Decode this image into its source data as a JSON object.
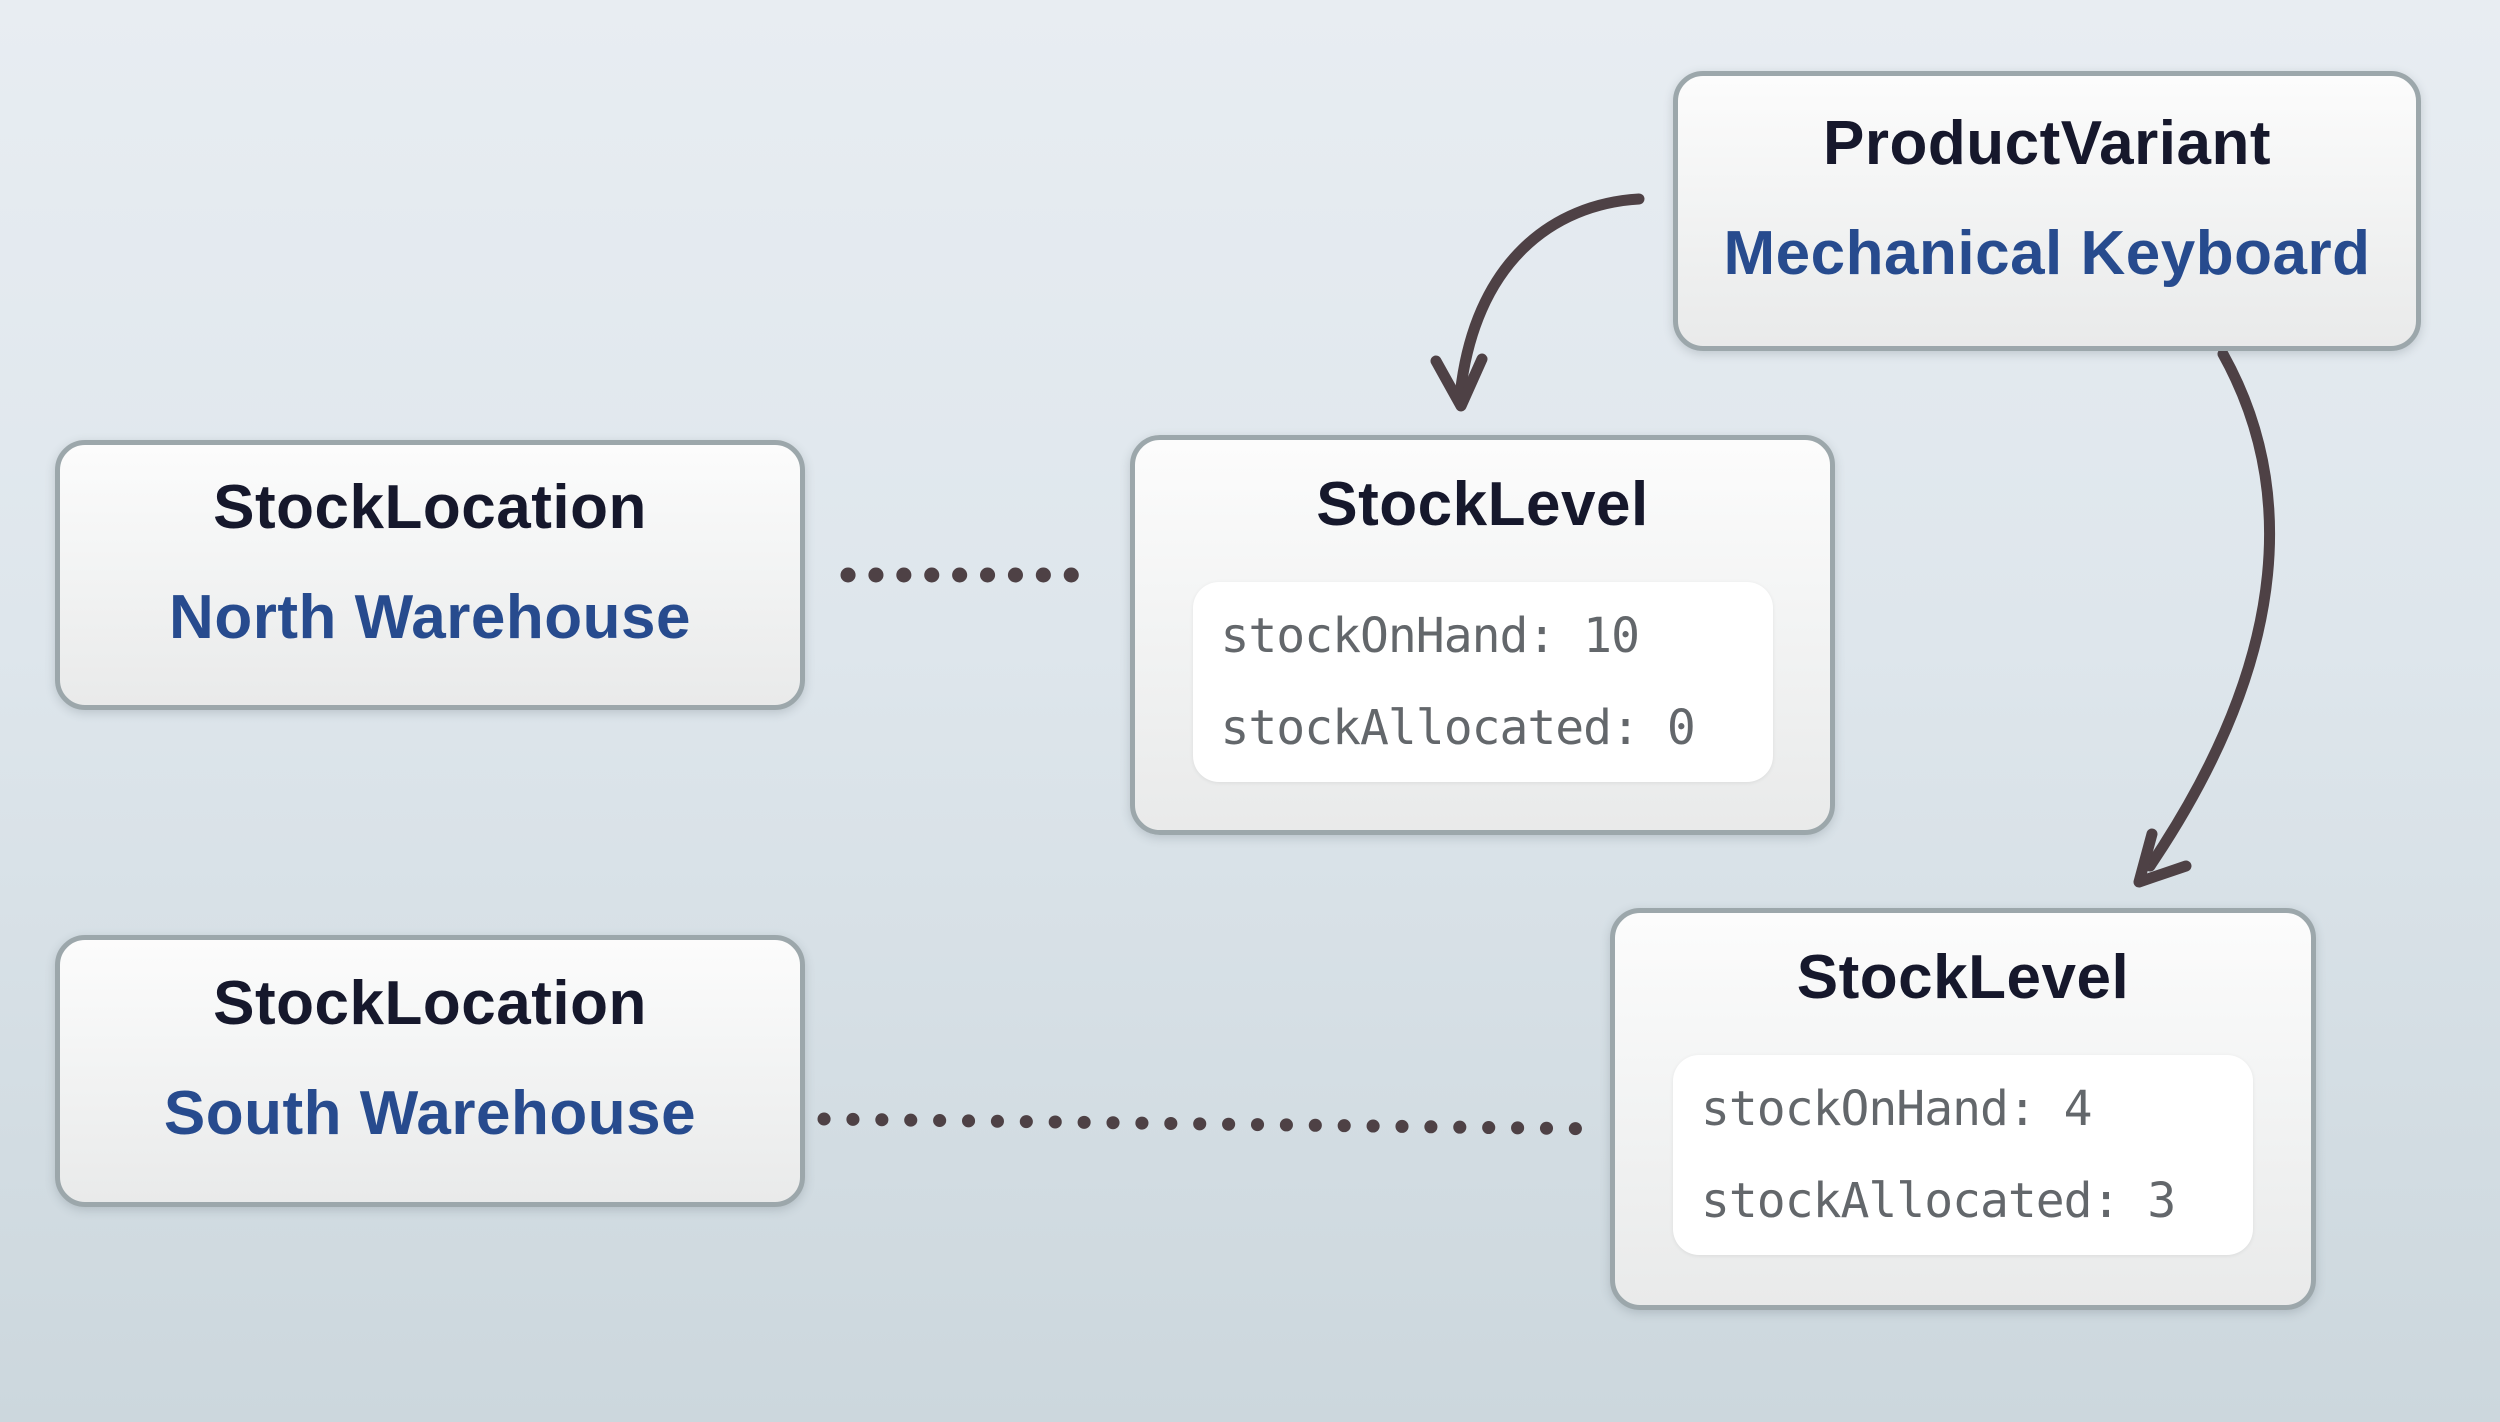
{
  "diagram": {
    "product_variant": {
      "type_label": "ProductVariant",
      "name": "Mechanical Keyboard"
    },
    "stock_location_north": {
      "type_label": "StockLocation",
      "name": "North Warehouse"
    },
    "stock_location_south": {
      "type_label": "StockLocation",
      "name": "South Warehouse"
    },
    "stock_level_north": {
      "type_label": "StockLevel",
      "lines": [
        "stockOnHand: 10",
        "stockAllocated: 0"
      ]
    },
    "stock_level_south": {
      "type_label": "StockLevel",
      "lines": [
        "stockOnHand: 4",
        "stockAllocated: 3"
      ]
    }
  },
  "colors": {
    "background_top": "#e8edf2",
    "background_bottom": "#ccd7dd",
    "node_border": "#9ca7ab",
    "node_background_top": "#fcfcfc",
    "node_background_bottom": "#e9eaea",
    "node_title": "#16182c",
    "node_subtitle_blue": "#274b8e",
    "fields_panel_background": "#ffffff",
    "mono_text": "#63676b",
    "connector": "#4e4145"
  }
}
